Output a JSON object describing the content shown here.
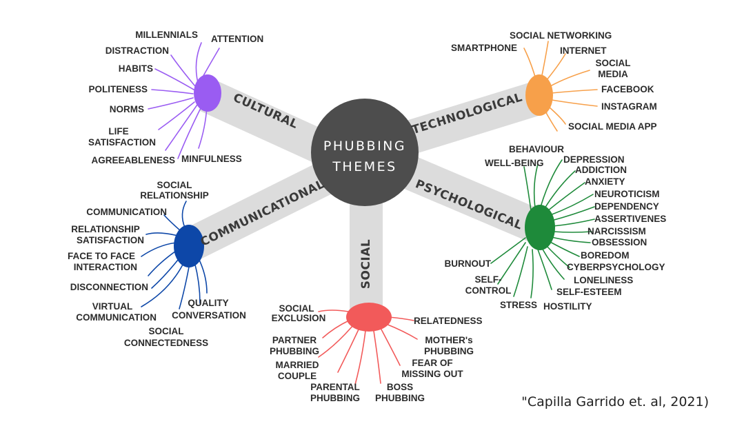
{
  "hub": {
    "line1": "PHUBBING",
    "line2": "THEMES"
  },
  "themes": {
    "cultural": {
      "label": "CULTURAL",
      "color": "#9a5cf2",
      "keywords": [
        "MILLENNIALS",
        "ATTENTION",
        "DISTRACTION",
        "HABITS",
        "POLITENESS",
        "NORMS",
        "LIFE",
        "SATISFACTION",
        "AGREEABLENESS",
        "MINFULNESS"
      ]
    },
    "technological": {
      "label": "TECHNOLOGICAL",
      "color": "#f7a04a",
      "keywords": [
        "SOCIAL NETWORKING",
        "SMARTPHONE",
        "INTERNET",
        "SOCIAL",
        "MEDIA",
        "FACEBOOK",
        "INSTAGRAM",
        "SOCIAL MEDIA APP"
      ]
    },
    "communicational": {
      "label": "COMMUNICATIONAL",
      "color": "#0d47a8",
      "keywords": [
        "SOCIAL",
        "RELATIONSHIP",
        "COMMUNICATION",
        "RELATIONSHIP",
        "SATISFACTION",
        "FACE TO FACE",
        "INTERACTION",
        "DISCONNECTION",
        "VIRTUAL",
        "COMMUNICATION",
        "QUALITY",
        "CONVERSATION",
        "SOCIAL",
        "CONNECTEDNESS"
      ]
    },
    "psychological": {
      "label": "PSYCHOLOGICAL",
      "color": "#1e8a3a",
      "keywords": [
        "BEHAVIOUR",
        "WELL-BEING",
        "DEPRESSION",
        "ADDICTION",
        "ANXIETY",
        "NEUROTICISM",
        "DEPENDENCY",
        "ASSERTIVENES",
        "NARCISSISM",
        "OBSESSION",
        "BOREDOM",
        "BURNOUT",
        "CYBERPSYCHOLOGY",
        "SELF-",
        "CONTROL",
        "LONELINESS",
        "SELF-ESTEEM",
        "STRESS",
        "HOSTILITY"
      ]
    },
    "social": {
      "label": "SOCIAL",
      "color": "#f25a5a",
      "keywords": [
        "SOCIAL",
        "EXCLUSION",
        "RELATEDNESS",
        "PARTNER",
        "PHUBBING",
        "MOTHER's",
        "PHUBBING",
        "MARRIED",
        "COUPLE",
        "FEAR OF",
        "MISSING OUT",
        "PARENTAL",
        "PHUBBING",
        "BOSS",
        "PHUBBING"
      ]
    }
  },
  "citation": "\"Capilla Garrido et. al, 2021)",
  "colors": {
    "arm": "#dcdcdc",
    "hub": "#4d4d4d"
  }
}
